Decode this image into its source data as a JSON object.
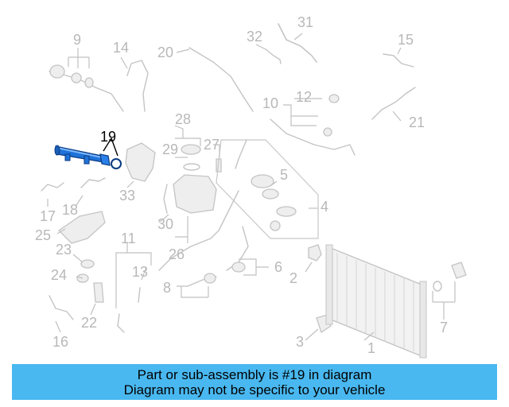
{
  "callouts": [
    "1",
    "2",
    "3",
    "4",
    "5",
    "6",
    "7",
    "8",
    "9",
    "10",
    "11",
    "12",
    "13",
    "14",
    "15",
    "16",
    "17",
    "18",
    "19",
    "20",
    "21",
    "22",
    "23",
    "24",
    "25",
    "26",
    "27",
    "28",
    "29",
    "30",
    "31",
    "32",
    "33"
  ],
  "highlighted_callout": "19",
  "colors": {
    "banner": "#49b8f0",
    "highlight_part": "#1f72d8",
    "ghost": "#c4c4c4"
  },
  "banner": {
    "line1": "Part or sub-assembly is #19 in diagram",
    "line2": "Diagram may not be specific to your vehicle"
  }
}
